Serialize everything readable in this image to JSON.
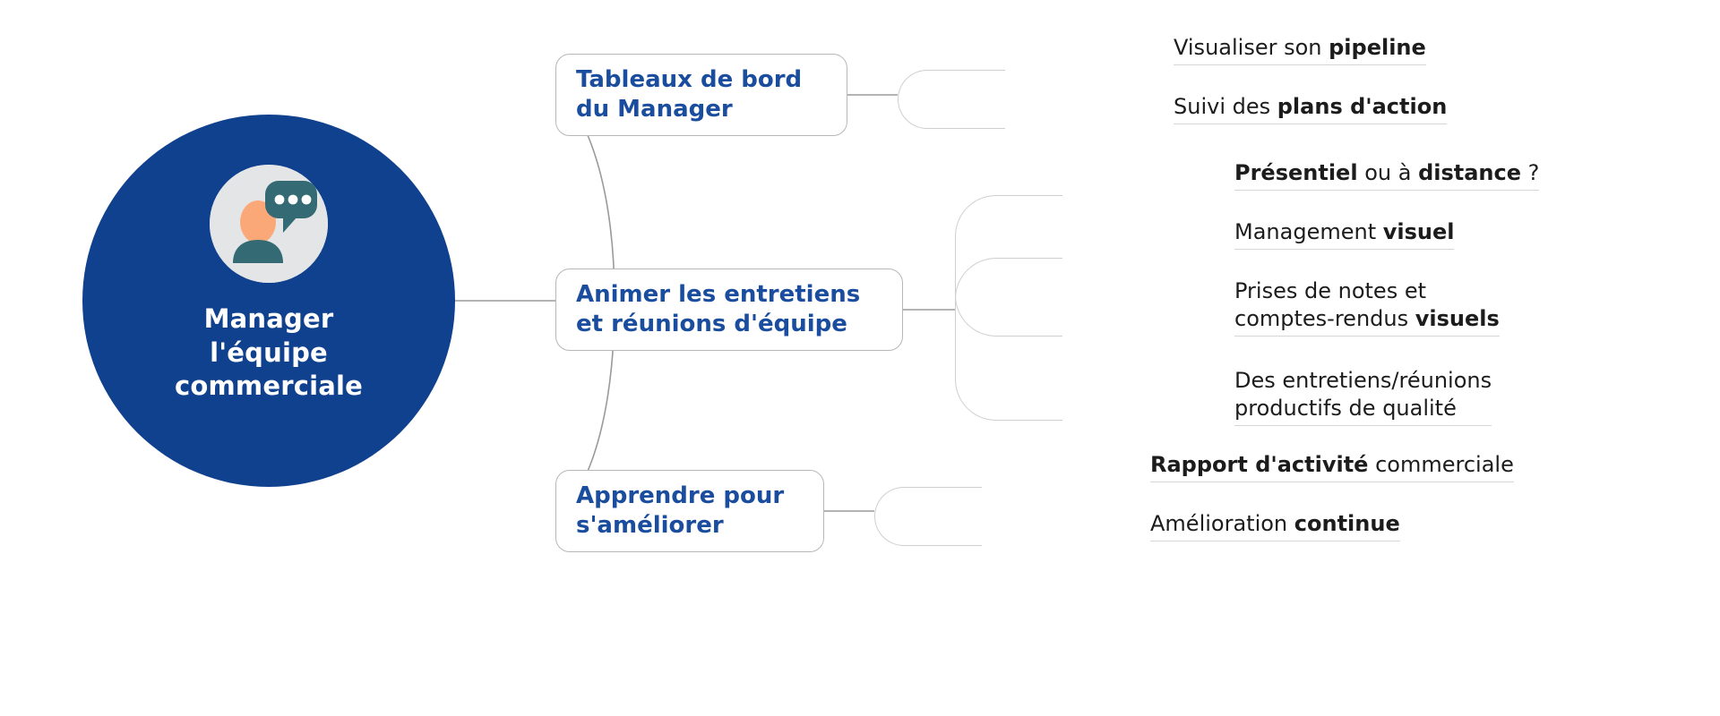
{
  "diagram": {
    "type": "mindmap",
    "title": "Manager l'équipe commerciale",
    "colors": {
      "brand_circle": "#10418f",
      "node_text_blue": "#1a4d9e",
      "leaf_text": "#1c1c1c",
      "connector": "#9a9a9a",
      "node_border": "#b7b7b7",
      "icon_disc": "#e4e5e6",
      "icon_teal": "#336a73",
      "icon_skin": "#fba878"
    }
  },
  "center": {
    "label": "Manager\nl'équipe\ncommerciale",
    "icon_name": "person-speech-bubble-icon"
  },
  "branches": [
    {
      "label": "Tableaux de bord\ndu Manager",
      "leaves": [
        {
          "parts": [
            {
              "t": "Visualiser son ",
              "b": false
            },
            {
              "t": "pipeline",
              "b": true
            }
          ]
        },
        {
          "parts": [
            {
              "t": "Suivi des ",
              "b": false
            },
            {
              "t": "plans d'action",
              "b": true
            }
          ]
        }
      ]
    },
    {
      "label": "Animer les entretiens\net réunions d'équipe",
      "leaves": [
        {
          "parts": [
            {
              "t": "Présentiel",
              "b": true
            },
            {
              "t": " ou à ",
              "b": false
            },
            {
              "t": "distance",
              "b": true
            },
            {
              "t": " ?",
              "b": false
            }
          ]
        },
        {
          "parts": [
            {
              "t": "Management ",
              "b": false
            },
            {
              "t": "visuel",
              "b": true
            }
          ]
        },
        {
          "parts": [
            {
              "t": "Prises de notes et\ncomptes-rendus ",
              "b": false
            },
            {
              "t": "visuels",
              "b": true
            }
          ]
        },
        {
          "parts": [
            {
              "t": "Des entretiens/réunions\nproductifs de qualité",
              "b": false
            }
          ]
        }
      ]
    },
    {
      "label": "Apprendre pour\ns'améliorer",
      "leaves": [
        {
          "parts": [
            {
              "t": "Rapport d'activité",
              "b": true
            },
            {
              "t": " commerciale",
              "b": false
            }
          ]
        },
        {
          "parts": [
            {
              "t": "Amélioration ",
              "b": false
            },
            {
              "t": "continue",
              "b": true
            }
          ]
        }
      ]
    }
  ]
}
